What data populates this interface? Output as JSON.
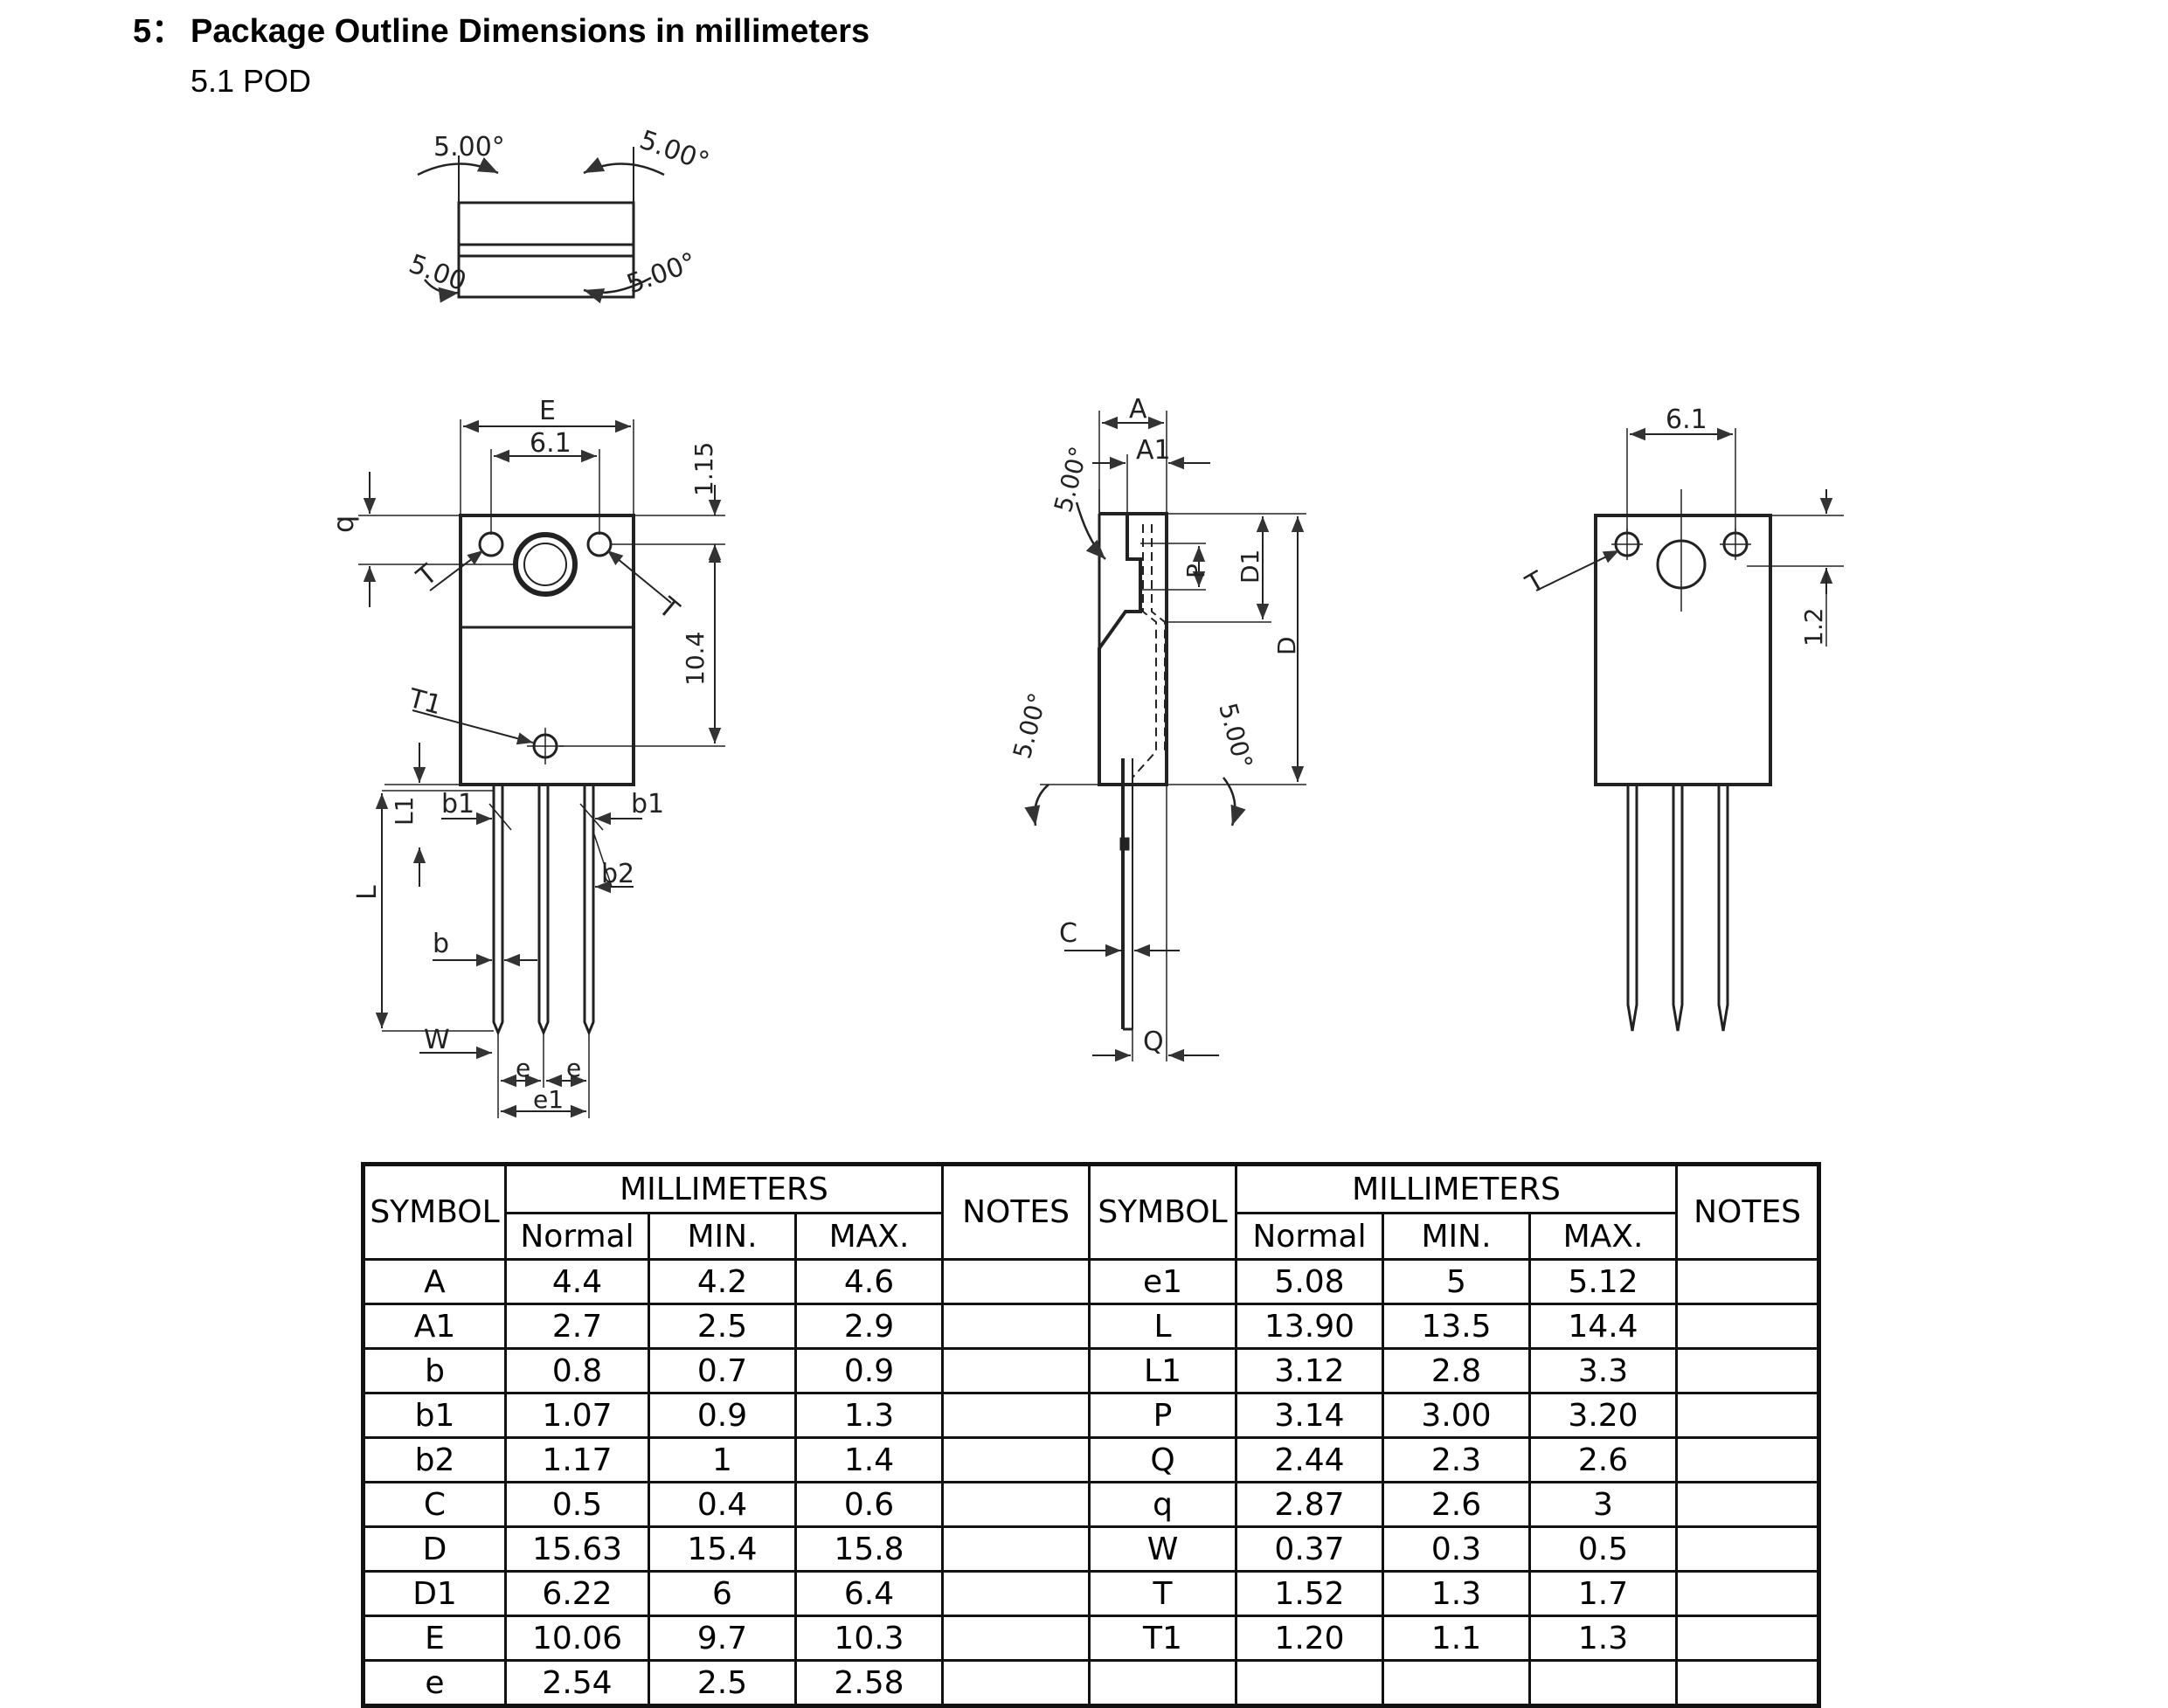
{
  "heading": {
    "number": "5：",
    "title": "Package Outline Dimensions in millimeters"
  },
  "subheading": "5.1 POD",
  "drawing_labels": {
    "angle": "5.00°",
    "angle_plain": "5.00",
    "E": "E",
    "w61": "6.1",
    "d115": "1.15",
    "d104": "10.4",
    "q": "q",
    "T": "T",
    "T1": "T1",
    "L1": "L1",
    "L": "L",
    "b1": "b1",
    "b2": "b2",
    "b": "b",
    "W": "W",
    "e": "e",
    "e1": "e1",
    "A": "A",
    "A1": "A1",
    "P": "P",
    "D1": "D1",
    "D": "D",
    "C": "C",
    "Q": "Q",
    "d12": "1.2"
  },
  "table": {
    "header": {
      "symbol": "SYMBOL",
      "millimeters": "MILLIMETERS",
      "notes": "NOTES",
      "normal": "Normal",
      "min": "MIN.",
      "max": "MAX."
    },
    "rows": [
      {
        "s1": "A",
        "n1": "4.4",
        "mi1": "4.2",
        "ma1": "4.6",
        "s2": "e1",
        "n2": "5.08",
        "mi2": "5",
        "ma2": "5.12"
      },
      {
        "s1": "A1",
        "n1": "2.7",
        "mi1": "2.5",
        "ma1": "2.9",
        "s2": "L",
        "n2": "13.90",
        "mi2": "13.5",
        "ma2": "14.4"
      },
      {
        "s1": "b",
        "n1": "0.8",
        "mi1": "0.7",
        "ma1": "0.9",
        "s2": "L1",
        "n2": "3.12",
        "mi2": "2.8",
        "ma2": "3.3"
      },
      {
        "s1": "b1",
        "n1": "1.07",
        "mi1": "0.9",
        "ma1": "1.3",
        "s2": "P",
        "n2": "3.14",
        "mi2": "3.00",
        "ma2": "3.20"
      },
      {
        "s1": "b2",
        "n1": "1.17",
        "mi1": "1",
        "ma1": "1.4",
        "s2": "Q",
        "n2": "2.44",
        "mi2": "2.3",
        "ma2": "2.6"
      },
      {
        "s1": "C",
        "n1": "0.5",
        "mi1": "0.4",
        "ma1": "0.6",
        "s2": "q",
        "n2": "2.87",
        "mi2": "2.6",
        "ma2": "3"
      },
      {
        "s1": "D",
        "n1": "15.63",
        "mi1": "15.4",
        "ma1": "15.8",
        "s2": "W",
        "n2": "0.37",
        "mi2": "0.3",
        "ma2": "0.5"
      },
      {
        "s1": "D1",
        "n1": "6.22",
        "mi1": "6",
        "ma1": "6.4",
        "s2": "T",
        "n2": "1.52",
        "mi2": "1.3",
        "ma2": "1.7"
      },
      {
        "s1": "E",
        "n1": "10.06",
        "mi1": "9.7",
        "ma1": "10.3",
        "s2": "T1",
        "n2": "1.20",
        "mi2": "1.1",
        "ma2": "1.3"
      },
      {
        "s1": "e",
        "n1": "2.54",
        "mi1": "2.5",
        "ma1": "2.58",
        "s2": "",
        "n2": "",
        "mi2": "",
        "ma2": ""
      }
    ]
  }
}
